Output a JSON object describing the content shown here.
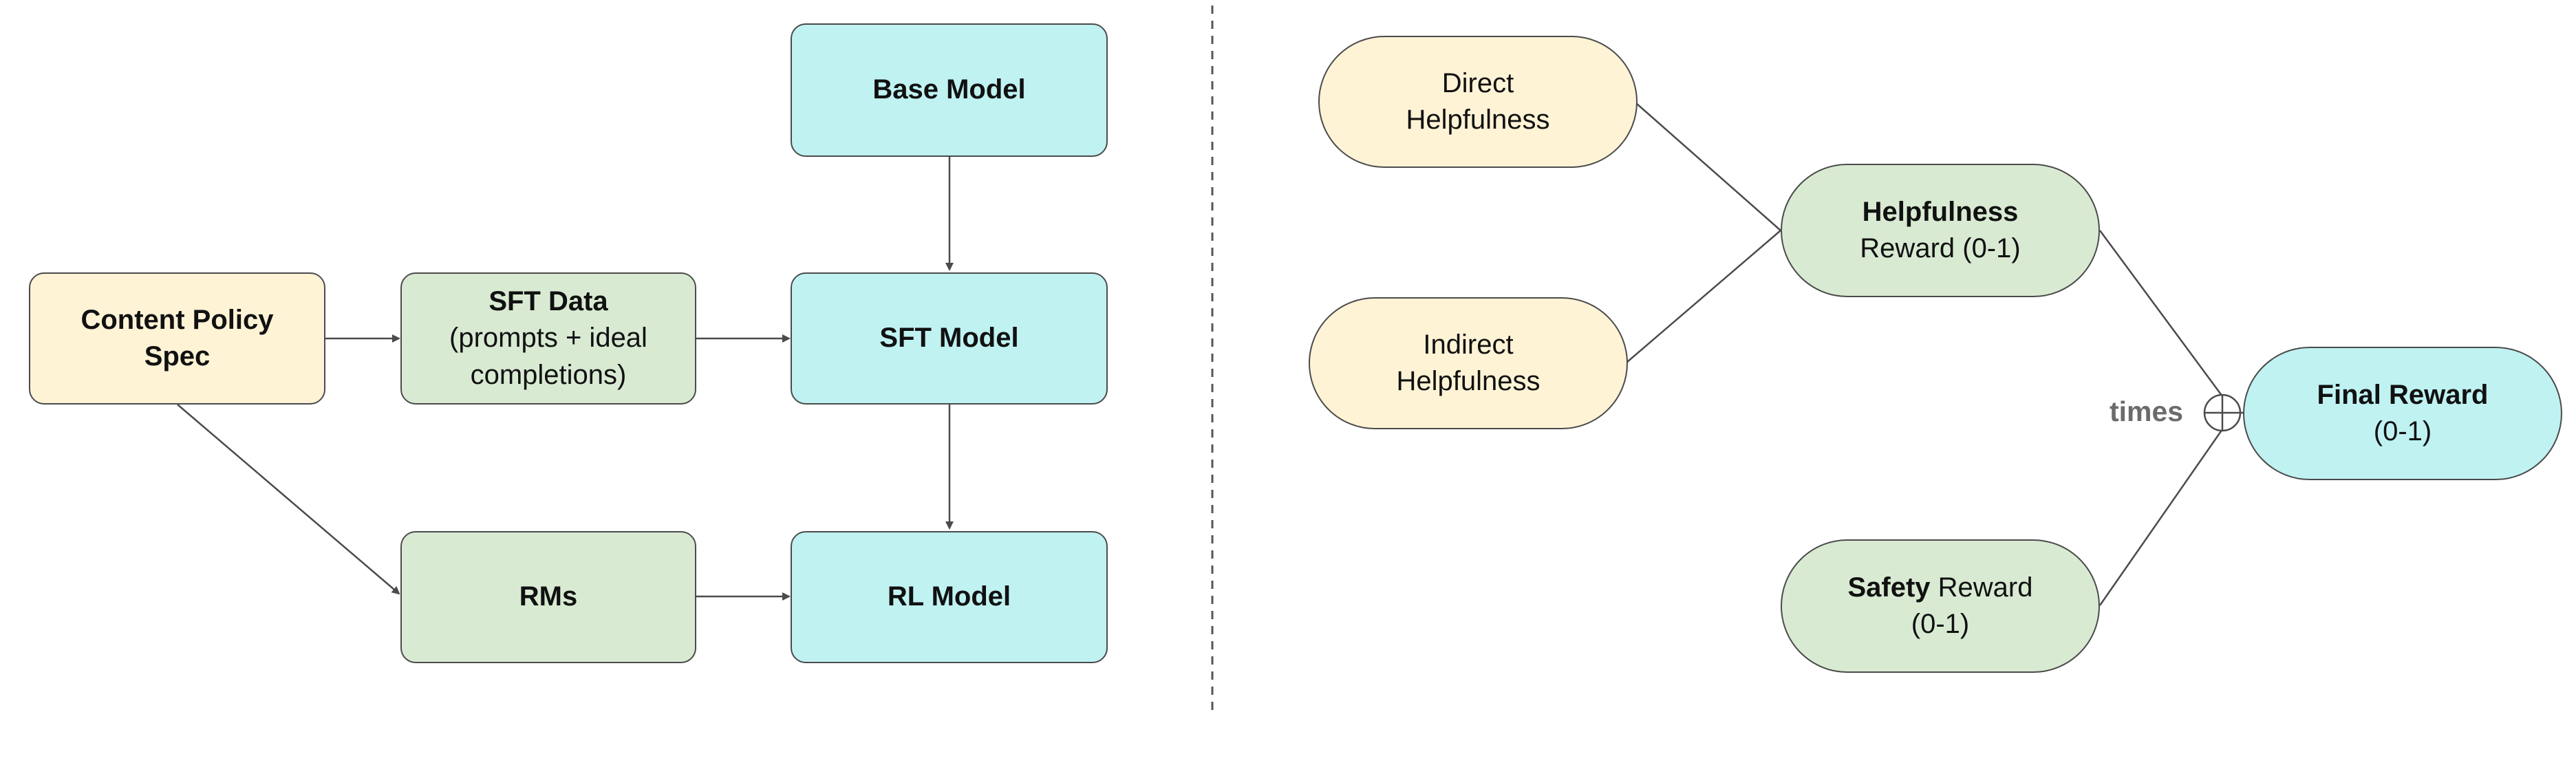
{
  "left": {
    "content_policy": {
      "line1": "Content Policy",
      "line2": "Spec"
    },
    "sft_data": {
      "line1": "SFT Data",
      "line2": "(prompts + ideal",
      "line3": "completions)"
    },
    "rms": {
      "label": "RMs"
    },
    "base_model": {
      "label": "Base Model"
    },
    "sft_model": {
      "label": "SFT Model"
    },
    "rl_model": {
      "label": "RL Model"
    }
  },
  "right": {
    "direct": {
      "line1": "Direct",
      "line2": "Helpfulness"
    },
    "indirect": {
      "line1": "Indirect",
      "line2": "Helpfulness"
    },
    "helpfulness_reward": {
      "line1": "Helpfulness",
      "line2": "Reward (0-1)"
    },
    "safety_reward": {
      "bold": "Safety",
      "rest": " Reward",
      "line2": "(0-1)"
    },
    "final_reward": {
      "line1": "Final Reward",
      "line2": "(0-1)"
    },
    "combine_label": "times"
  },
  "colors": {
    "yellow": "#fff3d6",
    "green": "#d9ead3",
    "cyan": "#c0f2f2",
    "stroke": "#4b4b4b"
  }
}
